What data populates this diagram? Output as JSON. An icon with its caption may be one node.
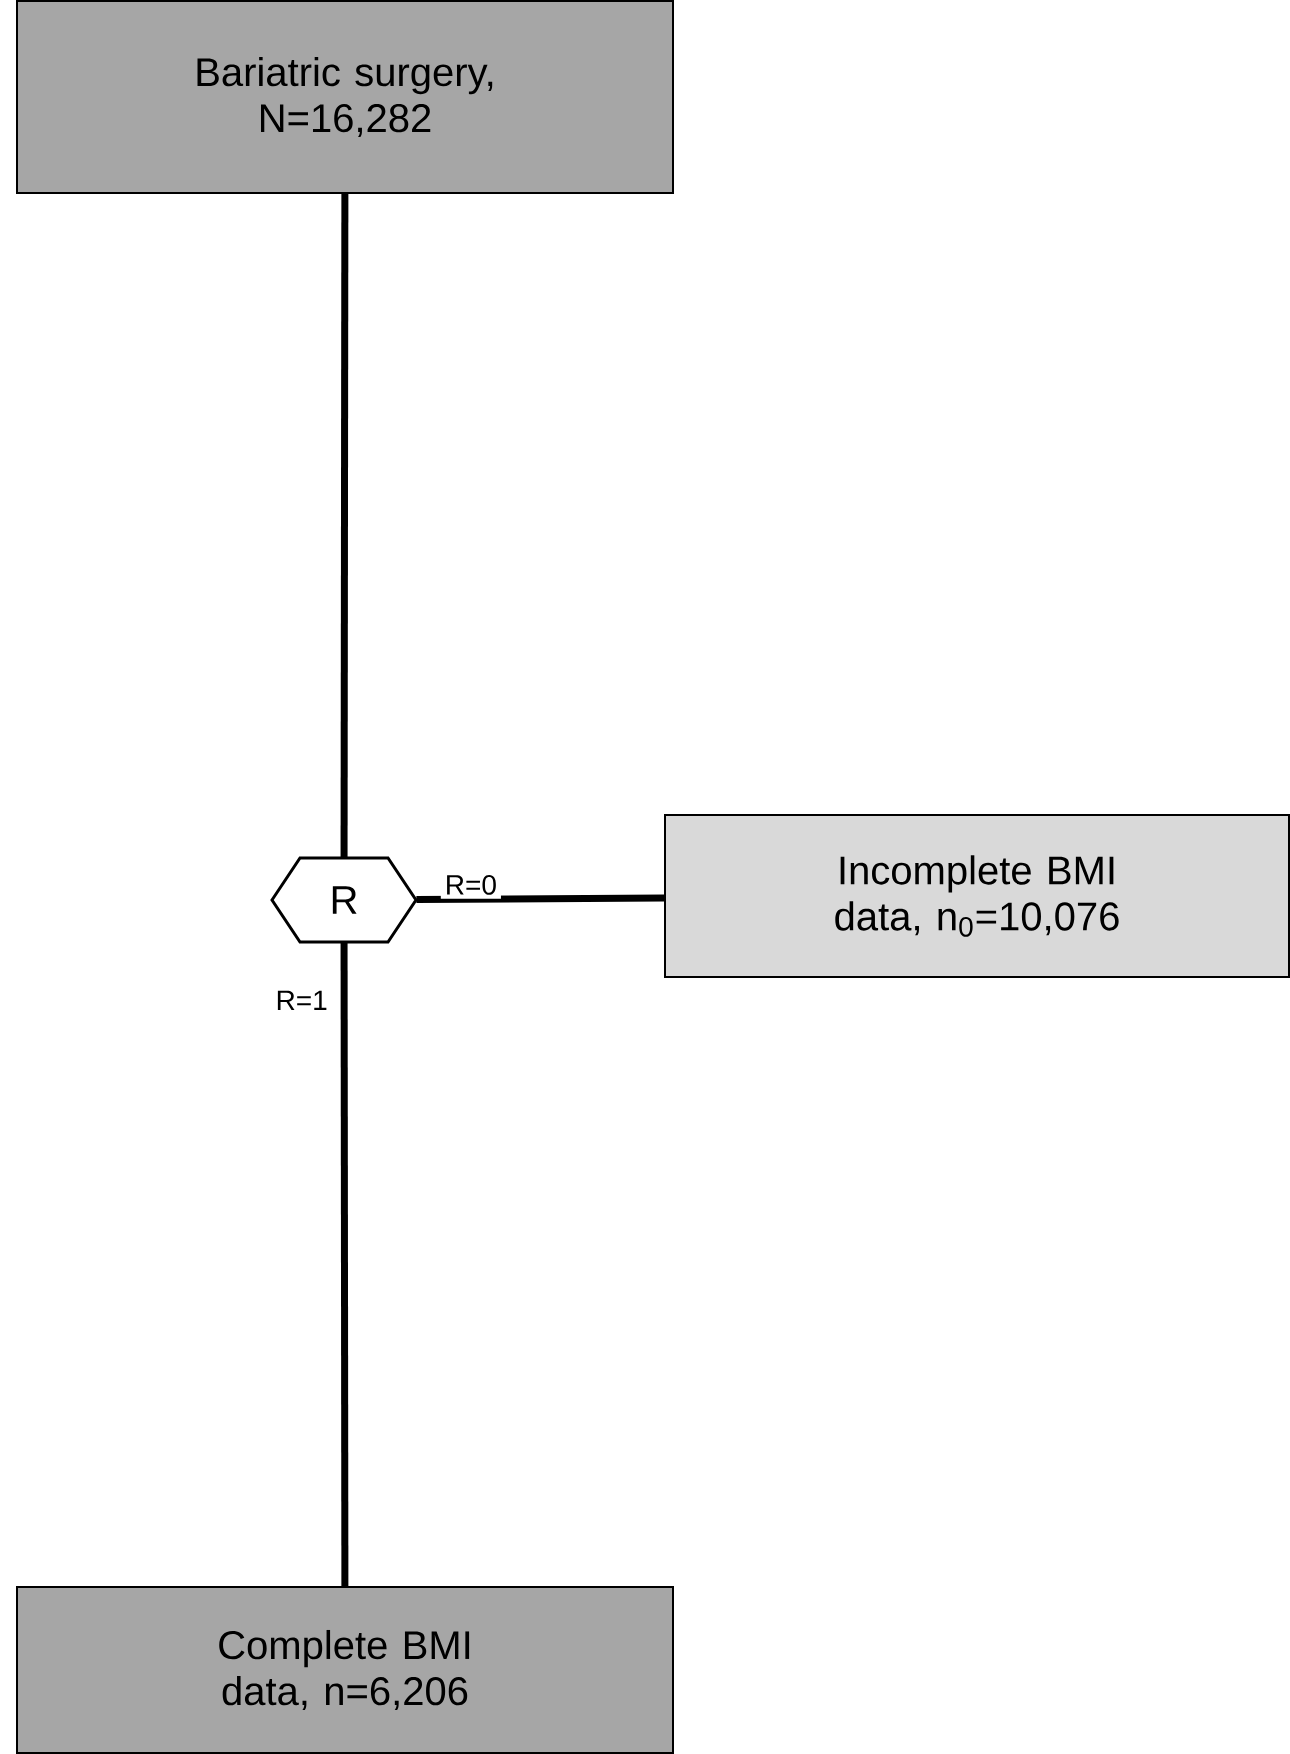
{
  "diagram": {
    "nodes": [
      {
        "text": [
          "Bariatric surgery, N=16,282"
        ]
      },
      {
        "text": [
          "R"
        ]
      },
      {
        "text": [
          "Incomplete BMI data, n$_{0}$=10,076"
        ]
      },
      {
        "text": [
          "Complete BMI data, n=6,206"
        ]
      }
    ],
    "edges": [
      {
        "from": 0,
        "to": 1,
        "arrow": "none"
      },
      {
        "from": 1,
        "to": 2,
        "arrow": "none",
        "label": "R=0"
      },
      {
        "from": 1,
        "to": 3,
        "arrow": "none",
        "label": "R=1"
      }
    ]
  }
}
